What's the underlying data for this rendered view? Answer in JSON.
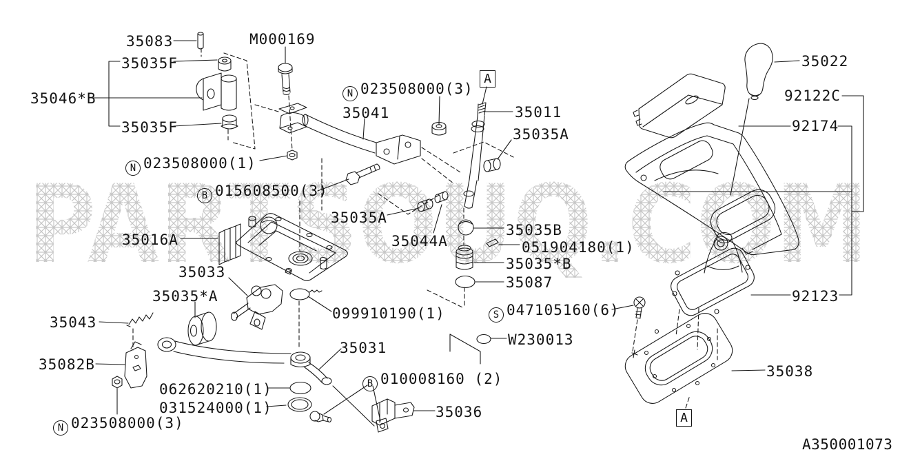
{
  "watermark": "PARTSOUQ.COM",
  "diagram_id": "A350001073",
  "colors": {
    "line": "#1a1a1a",
    "watermark": "#c6c6c6",
    "background": "#ffffff"
  },
  "labels": {
    "ref_a": {
      "text": "A"
    },
    "p35083": {
      "text": "35083"
    },
    "m000169": {
      "text": "M000169"
    },
    "p35035f_top": {
      "text": "35035F"
    },
    "p35046b": {
      "text": "35046*B"
    },
    "p35035f_bot": {
      "text": "35035F"
    },
    "n023508000_1": {
      "badge": "N",
      "text": "023508000(1)"
    },
    "n023508000_3a": {
      "badge": "N",
      "text": "023508000(3)"
    },
    "p35041": {
      "text": "35041"
    },
    "p35011": {
      "text": "35011"
    },
    "p35035a_r": {
      "text": "35035A"
    },
    "b015608500": {
      "badge": "B",
      "text": "015608500(3)"
    },
    "p35035a_l": {
      "text": "35035A"
    },
    "p35016a": {
      "text": "35016A"
    },
    "p35044a": {
      "text": "35044A"
    },
    "p35035b": {
      "text": "35035B"
    },
    "p051904180": {
      "text": "051904180(1)"
    },
    "p35035sb": {
      "text": "35035*B"
    },
    "p35087": {
      "text": "35087"
    },
    "p35033": {
      "text": "35033"
    },
    "p35035sa": {
      "text": "35035*A"
    },
    "p35043": {
      "text": "35043"
    },
    "p099910190": {
      "text": "099910190(1)"
    },
    "s047105160": {
      "badge": "S",
      "text": "047105160(6)"
    },
    "w230013": {
      "text": "W230013"
    },
    "p35082b": {
      "text": "35082B"
    },
    "p35031": {
      "text": "35031"
    },
    "b010008160": {
      "badge": "B",
      "text": "010008160 (2)"
    },
    "p062620210": {
      "text": "062620210(1)"
    },
    "p031524000": {
      "text": "031524000(1)"
    },
    "p35036": {
      "text": "35036"
    },
    "n023508000_3b": {
      "badge": "N",
      "text": "023508000(3)"
    },
    "p35022": {
      "text": "35022"
    },
    "p92122c": {
      "text": "92122C"
    },
    "p92174": {
      "text": "92174"
    },
    "p92123": {
      "text": "92123"
    },
    "p35038": {
      "text": "35038"
    }
  }
}
